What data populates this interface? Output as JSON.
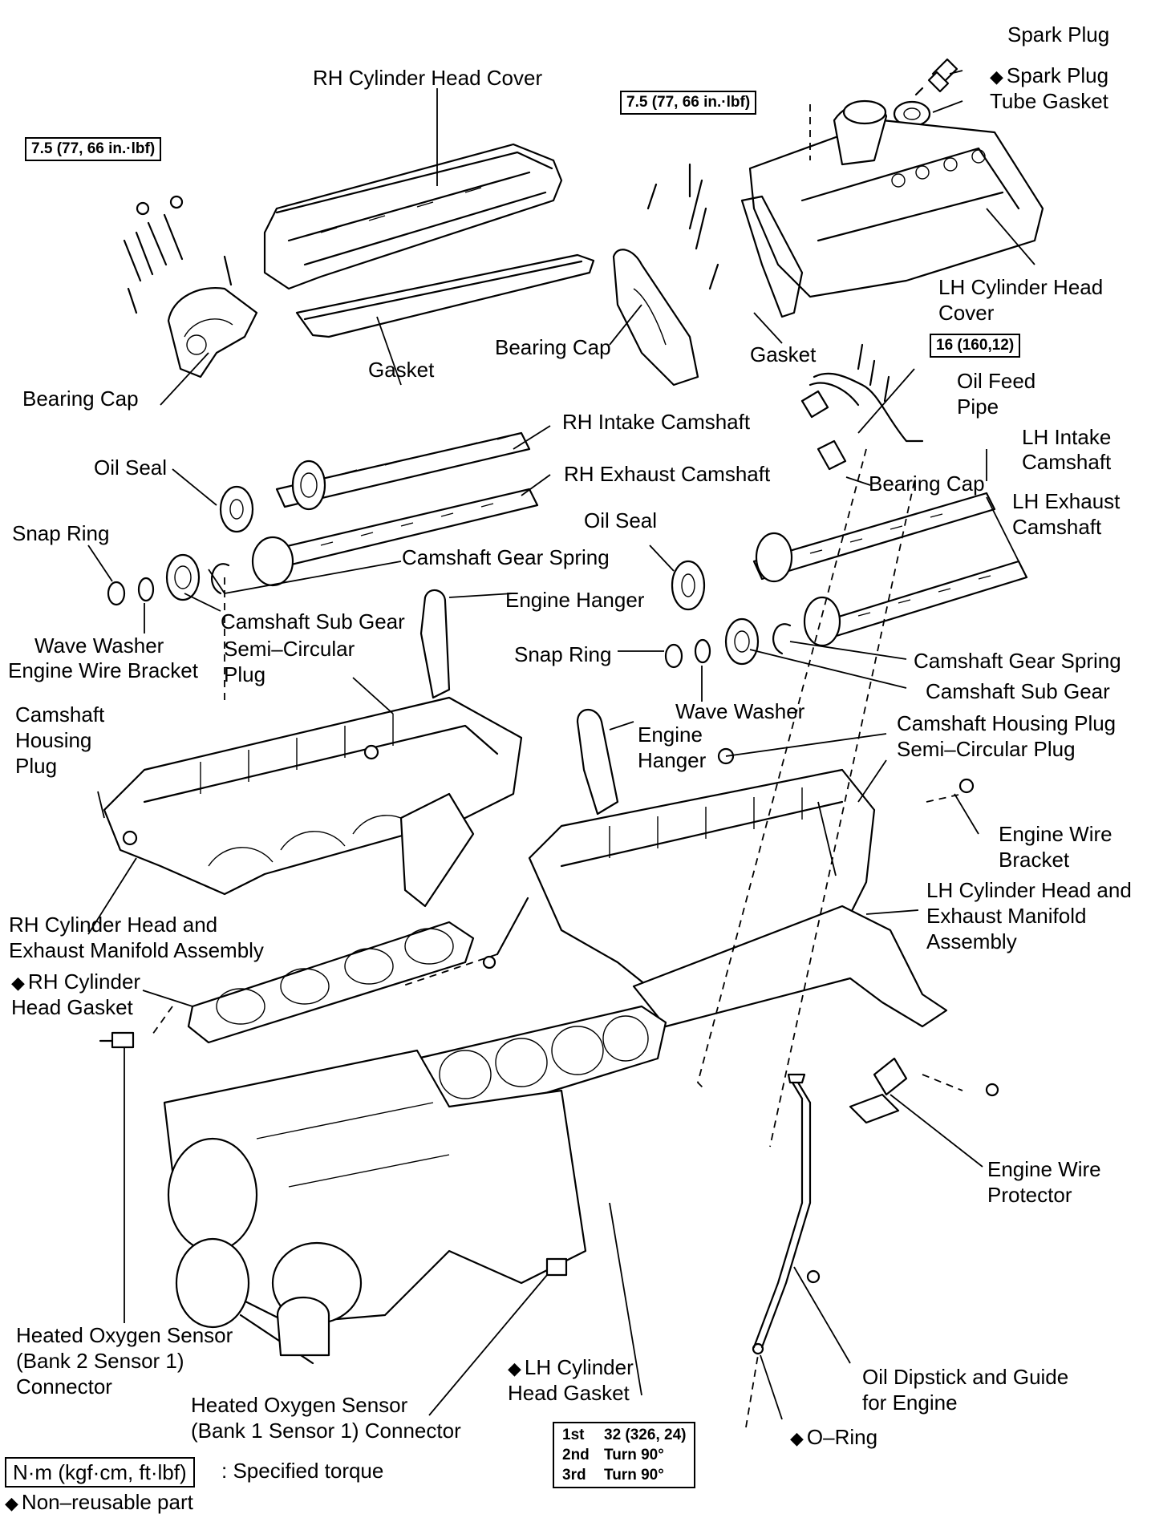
{
  "labels": {
    "spark_plug": "Spark Plug",
    "spark_plug_tube_gasket_1": "Spark Plug",
    "spark_plug_tube_gasket_2": "Tube Gasket",
    "rh_cylinder_head_cover": "RH Cylinder Head Cover",
    "bearing_cap_left": "Bearing Cap",
    "gasket_rh": "Gasket",
    "bearing_cap_center": "Bearing Cap",
    "gasket_lh": "Gasket",
    "lh_cylinder_head_cover_1": "LH Cylinder Head",
    "lh_cylinder_head_cover_2": "Cover",
    "oil_feed_pipe_1": "Oil Feed",
    "oil_feed_pipe_2": "Pipe",
    "rh_intake_camshaft": "RH Intake Camshaft",
    "lh_intake_camshaft_1": "LH Intake",
    "lh_intake_camshaft_2": "Camshaft",
    "oil_seal_left": "Oil Seal",
    "rh_exhaust_camshaft": "RH Exhaust Camshaft",
    "bearing_cap_right": "Bearing Cap",
    "lh_exhaust_camshaft_1": "LH Exhaust",
    "lh_exhaust_camshaft_2": "Camshaft",
    "snap_ring_left": "Snap Ring",
    "oil_seal_center": "Oil Seal",
    "camshaft_gear_spring_left": "Camshaft Gear Spring",
    "engine_hanger_top": "Engine Hanger",
    "camshaft_sub_gear_left": "Camshaft Sub Gear",
    "wave_washer_left": "Wave Washer",
    "semi_circular_plug_left_1": "Semi–Circular",
    "semi_circular_plug_left_2": "Plug",
    "engine_wire_bracket_left": "Engine Wire Bracket",
    "snap_ring_right": "Snap Ring",
    "camshaft_gear_spring_right": "Camshaft Gear Spring",
    "camshaft_sub_gear_right": "Camshaft Sub Gear",
    "wave_washer_right": "Wave Washer",
    "camshaft_housing_plug_left_1": "Camshaft",
    "camshaft_housing_plug_left_2": "Housing",
    "camshaft_housing_plug_left_3": "Plug",
    "engine_hanger_mid_1": "Engine",
    "engine_hanger_mid_2": "Hanger",
    "camshaft_housing_plug_right": "Camshaft Housing Plug",
    "semi_circular_plug_right": "Semi–Circular Plug",
    "engine_wire_bracket_right_1": "Engine Wire",
    "engine_wire_bracket_right_2": "Bracket",
    "lh_head_exhaust_1": "LH Cylinder Head and",
    "lh_head_exhaust_2": "Exhaust Manifold",
    "lh_head_exhaust_3": "Assembly",
    "rh_head_exhaust_1": "RH Cylinder Head and",
    "rh_head_exhaust_2": "Exhaust Manifold Assembly",
    "rh_head_gasket_1": "RH Cylinder",
    "rh_head_gasket_2": "Head Gasket",
    "engine_wire_protector_1": "Engine Wire",
    "engine_wire_protector_2": "Protector",
    "ho2s_bank2_1": "Heated Oxygen Sensor",
    "ho2s_bank2_2": "(Bank 2 Sensor 1)",
    "ho2s_bank2_3": "Connector",
    "lh_head_gasket_1": "LH Cylinder",
    "lh_head_gasket_2": "Head Gasket",
    "oil_dipstick_1": "Oil Dipstick and Guide",
    "oil_dipstick_2": "for Engine",
    "ho2s_bank1_1": "Heated Oxygen Sensor",
    "ho2s_bank1_2": "(Bank 1 Sensor 1) Connector",
    "o_ring": "O–Ring"
  },
  "symbols": {
    "non_reusable": "◆"
  },
  "torque_specs": {
    "bearing_cap_left": "7.5 (77, 66 in.·lbf)",
    "bearing_cap_center": "7.5 (77, 66 in.·lbf)",
    "oil_feed_pipe": "16 (160,12)"
  },
  "head_bolt_torque": {
    "rows": [
      {
        "step": "1st",
        "value": "32 (326, 24)"
      },
      {
        "step": "2nd",
        "value": "Turn 90°"
      },
      {
        "step": "3rd",
        "value": "Turn 90°"
      }
    ]
  },
  "legend": {
    "torque_units": "N·m (kgf·cm, ft·lbf)",
    "torque_desc": ": Specified torque",
    "non_reusable_text": "Non–reusable part"
  }
}
